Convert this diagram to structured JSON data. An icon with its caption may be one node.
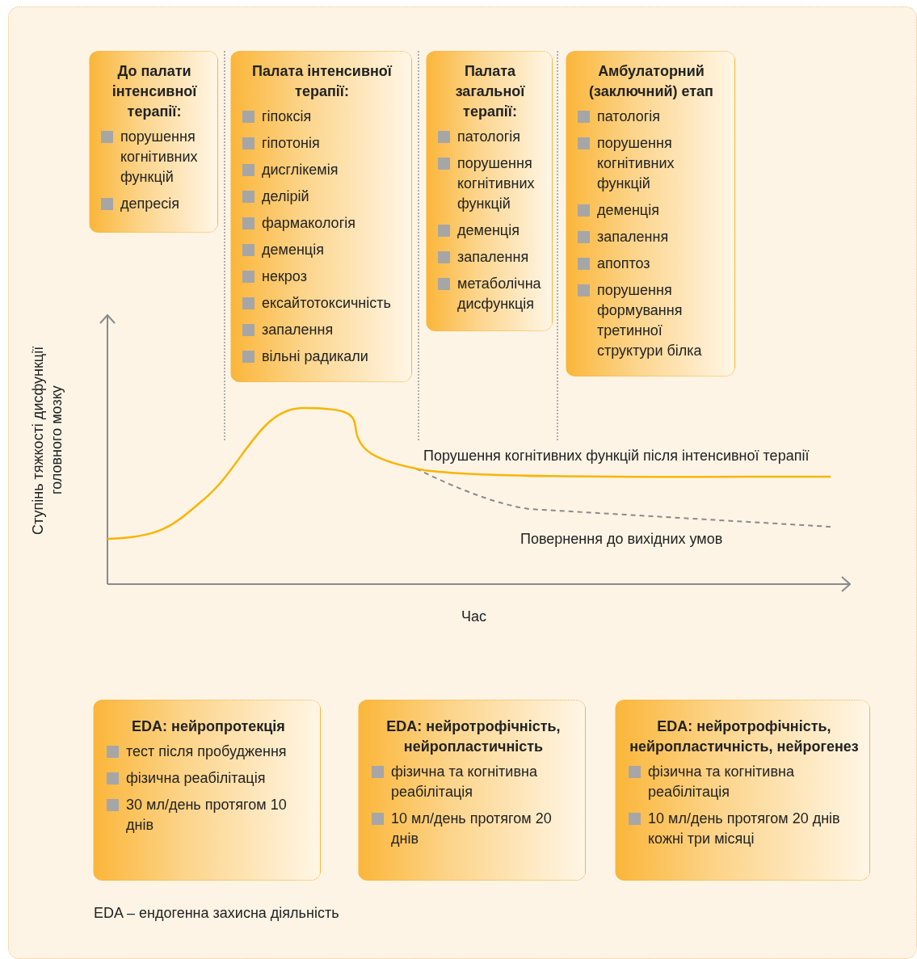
{
  "diagram": {
    "nodes": [
      {
        "text": [
          "До палати інтенсивної терапії:",
          "порушення когнітивних функцій",
          "депресія"
        ]
      },
      {
        "text": [
          "Палата інтенсивної терапії:",
          "гіпоксія",
          "гіпотонія",
          "дисглікемія",
          "делірій",
          "фармакологія",
          "деменція",
          "некроз",
          "ексайтотоксичність",
          "запалення",
          "вільні радикали"
        ]
      },
      {
        "text": [
          "Палата загальної терапії:",
          "патологія",
          "порушення когнітивних функцій",
          "деменція",
          "запалення",
          "метаболічна дисфункція"
        ]
      },
      {
        "text": [
          "Амбулаторний (заключний) етап",
          "патологія",
          "порушення когнітивних функцій",
          "деменція",
          "запалення",
          "апоптоз",
          "порушення формування третинної структури білка"
        ]
      },
      {
        "text": [
          "EDA: нейропротекція",
          "тест після пробудження",
          "фізична реабілітація",
          "30 мл/день протягом 10 днів"
        ]
      },
      {
        "text": [
          "EDA: нейротрофічність, нейропластичність",
          "фізична та когнітивна реабілітація",
          "10 мл/день протягом 20 днів"
        ]
      },
      {
        "text": [
          "EDA: нейротрофічність, нейропластичність, нейрогенез",
          "фізична та когнітивна реабілітація",
          "10 мл/день протягом 20 днів  кожні три місяці"
        ]
      }
    ],
    "labels": [
      "Ступінь тяжкості дисфункції головного мозку",
      "Порушення когнітивних функцій після інтенсивної терапії",
      "Повернення до вихідних умов",
      "Час",
      "EDA – ендогенна захисна діяльність"
    ]
  }
}
